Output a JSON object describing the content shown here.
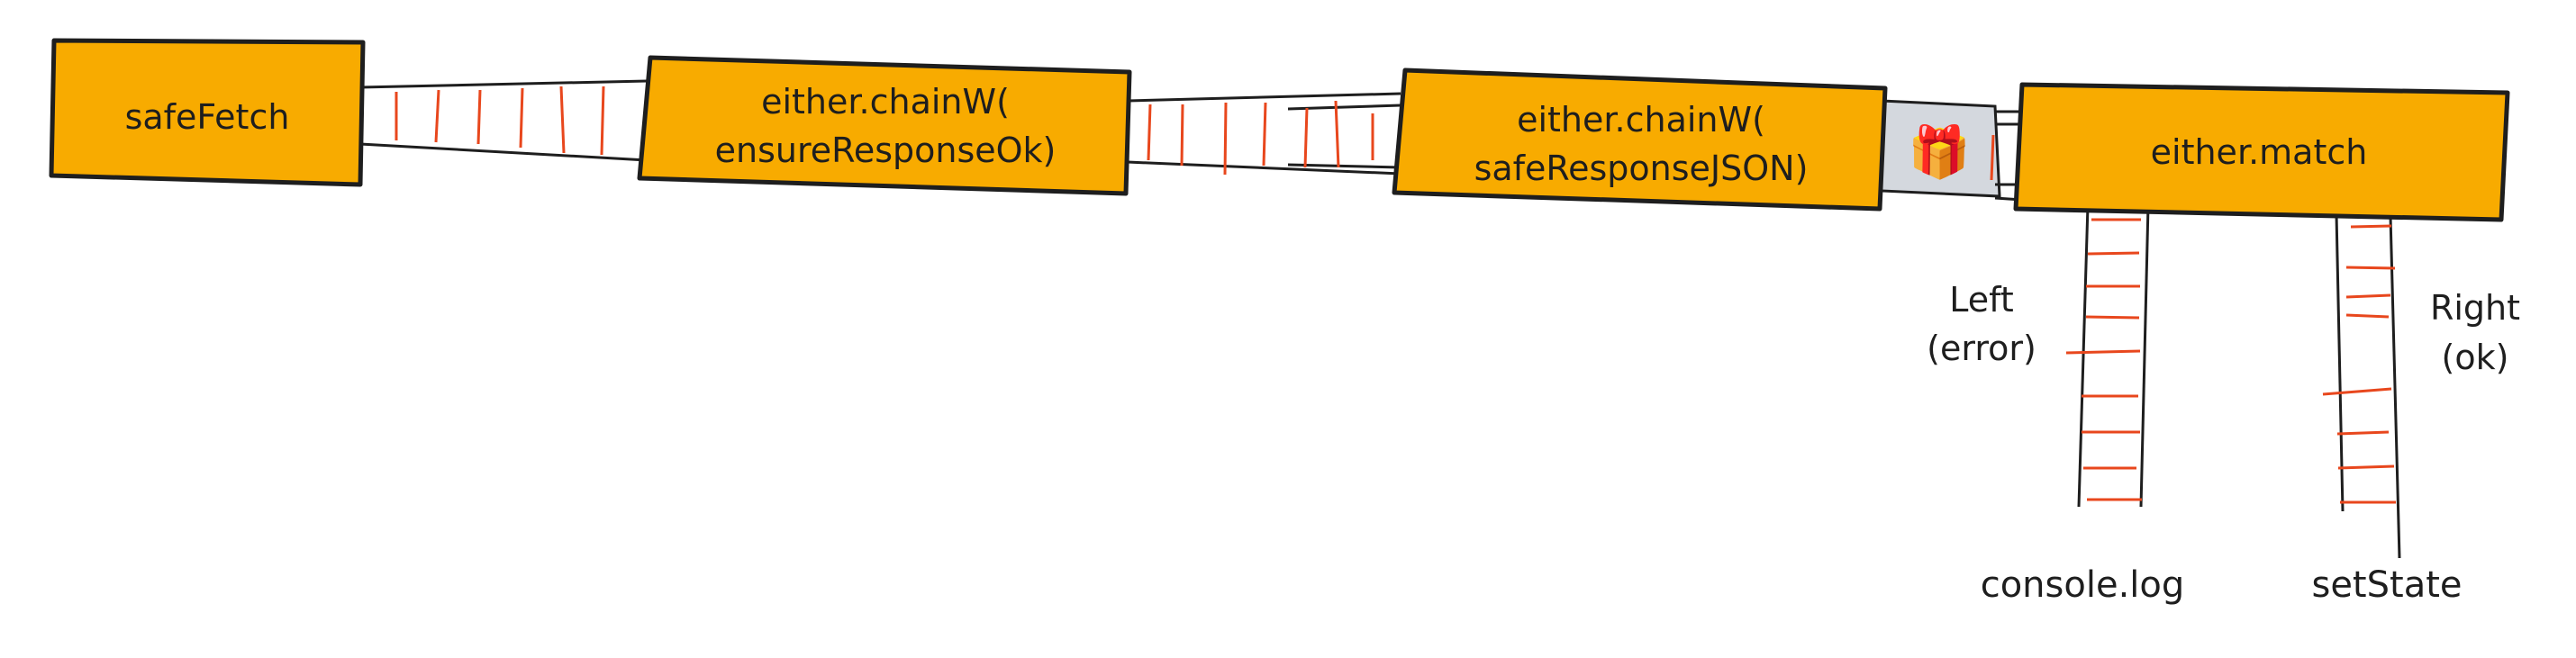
{
  "colors": {
    "box_fill": "#f8ab00",
    "stroke": "#1e1e1e",
    "rung": "#e8471d",
    "gift_box": "#d4d8de"
  },
  "nodes": {
    "safe_fetch": {
      "lines": [
        "safeFetch"
      ]
    },
    "ensure_ok": {
      "lines": [
        "either.chainW(",
        "ensureResponseOk)"
      ]
    },
    "safe_json": {
      "lines": [
        "either.chainW(",
        "safeResponseJSON)"
      ]
    },
    "match": {
      "lines": [
        "either.match"
      ]
    }
  },
  "gift": {
    "icon": "gift-icon",
    "glyph": "🎁"
  },
  "branches": {
    "left": {
      "label_lines": [
        "Left",
        "(error)"
      ],
      "output": "console.log"
    },
    "right": {
      "label_lines": [
        "Right",
        "(ok)"
      ],
      "output": "setState"
    }
  }
}
